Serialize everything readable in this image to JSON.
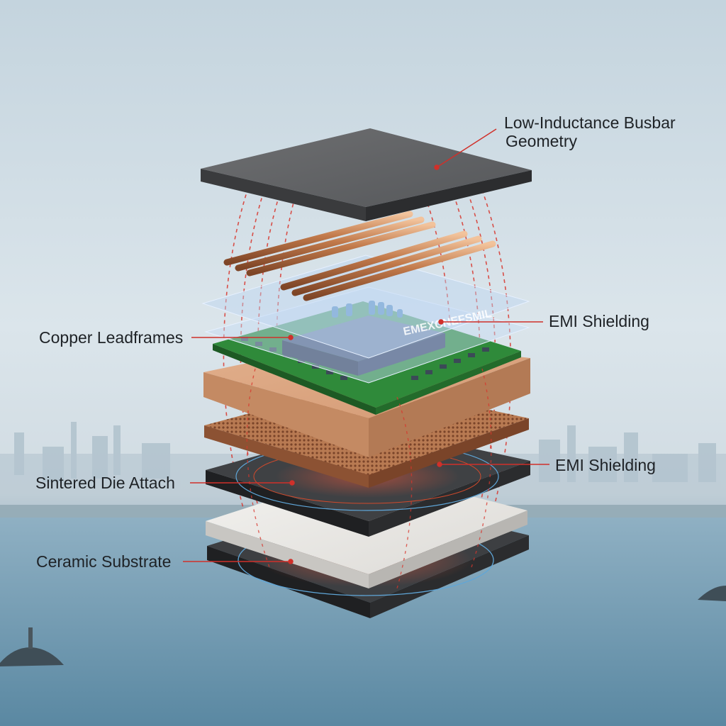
{
  "title": "Power module exploded layer stack",
  "labels": {
    "busbar_line1": "Low-Inductance Busbar",
    "busbar_line2": "Geometry",
    "emi_shielding_top": "EMI Shielding",
    "copper_leadframes": "Copper Leadframes",
    "emi_shielding_mid": "EMI Shielding",
    "sintered_die_attach": "Sintered Die Attach",
    "ceramic_substrate": "Ceramic Substrate"
  },
  "chip_marking": "EMEXCNEFSMIL",
  "colors": {
    "leader": "#d0302a",
    "field_lines": "#d8352c",
    "copper": "#c98558",
    "pcb": "#2f8a3a",
    "busbar_plate": "#5f6062",
    "sky": "#d6e1e8",
    "sea": "#5f8fa8"
  },
  "icons": {
    "leader_marker": "red-dot-icon"
  }
}
